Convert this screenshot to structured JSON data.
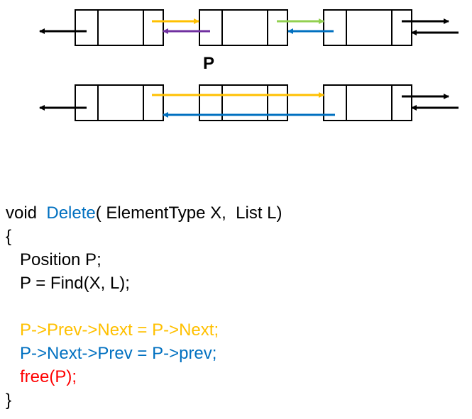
{
  "colors": {
    "black": "#000000",
    "yellow": "#ffc000",
    "green": "#92d050",
    "blue": "#0070c0",
    "purple": "#7030a0",
    "red": "#ff0000"
  },
  "node_label": "P",
  "code": {
    "signature_prefix": "void  ",
    "signature_func": "Delete",
    "signature_suffix": "( ElementType X,  List L)",
    "open_brace": "{",
    "line_decl": "   Position P;",
    "line_find": "   P = Find(X, L);",
    "line_prev_next": "   P->Prev->Next = P->Next;",
    "line_next_prev": "   P->Next->Prev = P->prev;",
    "line_free": "   free(P);",
    "close_brace": "}"
  }
}
